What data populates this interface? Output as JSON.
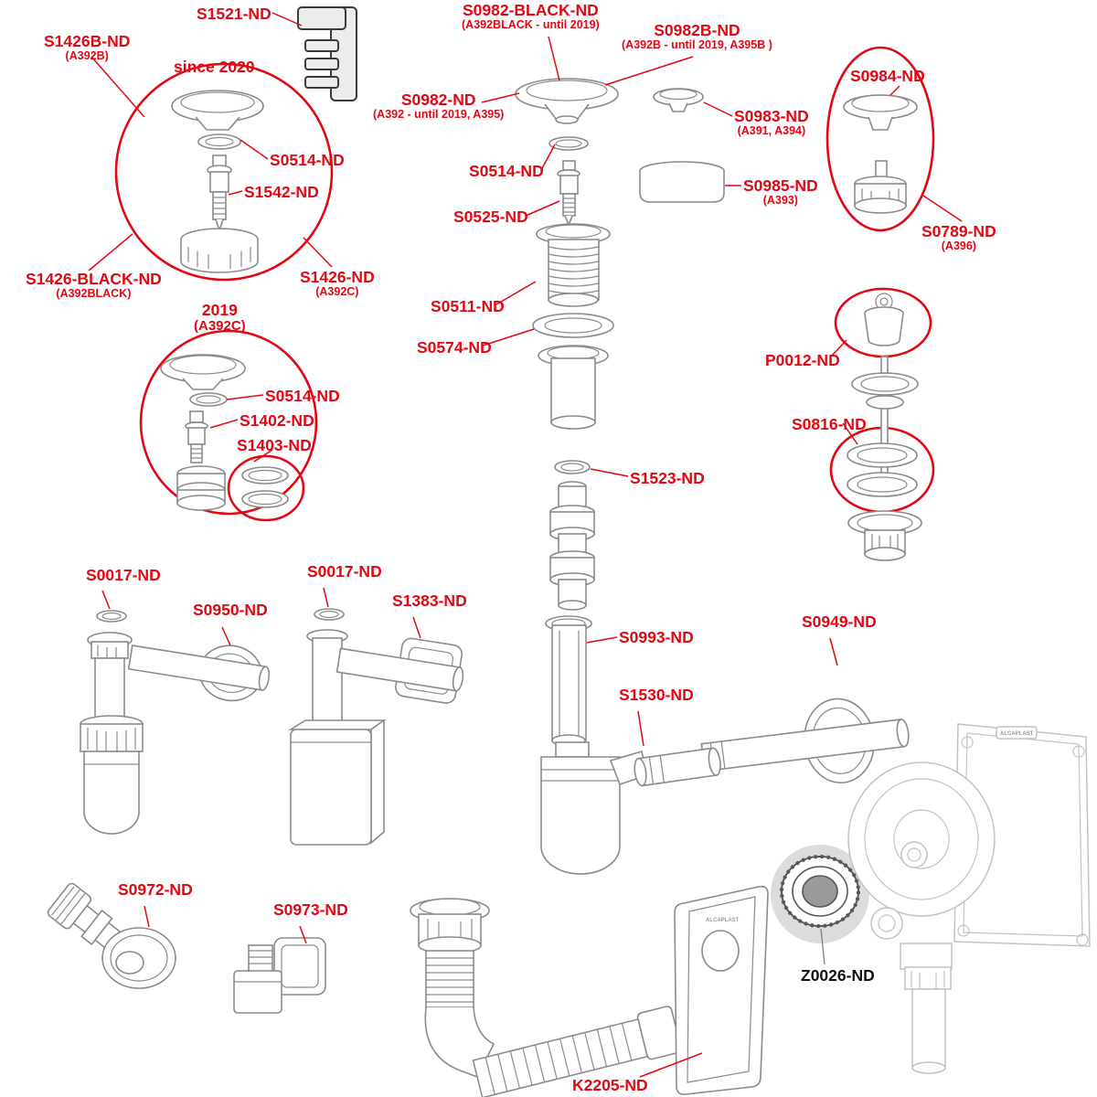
{
  "meta": {
    "description": "Exploded spare-parts diagram of sink pop-up drains, bottle traps and siphon components with part numbers"
  },
  "colors": {
    "label_red": "#e30613",
    "label_black": "#111111",
    "line_gray": "#8a8a8a",
    "light_gray": "#c2c2c2"
  },
  "logo": "ALCAPLAST",
  "labels": {
    "s1521": {
      "text": "S1521-ND"
    },
    "s1426b": {
      "text": "S1426B-ND",
      "sub": "(A392B)"
    },
    "since2020": {
      "text": "since 2020"
    },
    "s0514_a": {
      "text": "S0514-ND"
    },
    "s1542": {
      "text": "S1542-ND"
    },
    "s1426black": {
      "text": "S1426-BLACK-ND",
      "sub": "(A392BLACK)"
    },
    "s1426": {
      "text": "S1426-ND",
      "sub": "(A392C)"
    },
    "y2019": {
      "text": "2019",
      "sub": "(A392C)"
    },
    "s0514_b": {
      "text": "S0514-ND"
    },
    "s1402": {
      "text": "S1402-ND"
    },
    "s1403": {
      "text": "S1403-ND"
    },
    "s0982black": {
      "text": "S0982-BLACK-ND",
      "sub": "(A392BLACK - until 2019)"
    },
    "s0982b": {
      "text": "S0982B-ND",
      "sub": "(A392B - until 2019, A395B )"
    },
    "s0982": {
      "text": "S0982-ND",
      "sub": "(A392 - until 2019, A395)"
    },
    "s0983": {
      "text": "S0983-ND",
      "sub": "(A391, A394)"
    },
    "s0514_c": {
      "text": "S0514-ND"
    },
    "s0525": {
      "text": "S0525-ND"
    },
    "s0985": {
      "text": "S0985-ND",
      "sub": "(A393)"
    },
    "s0984": {
      "text": "S0984-ND"
    },
    "s0789": {
      "text": "S0789-ND",
      "sub": "(A396)"
    },
    "s0511": {
      "text": "S0511-ND"
    },
    "s0574": {
      "text": "S0574-ND"
    },
    "p0012": {
      "text": "P0012-ND"
    },
    "s0816": {
      "text": "S0816-ND"
    },
    "s1523": {
      "text": "S1523-ND"
    },
    "s0017_a": {
      "text": "S0017-ND"
    },
    "s0950": {
      "text": "S0950-ND"
    },
    "s0017_b": {
      "text": "S0017-ND"
    },
    "s1383": {
      "text": "S1383-ND"
    },
    "s0993": {
      "text": "S0993-ND"
    },
    "s1530": {
      "text": "S1530-ND"
    },
    "s0949": {
      "text": "S0949-ND"
    },
    "s0972": {
      "text": "S0972-ND"
    },
    "s0973": {
      "text": "S0973-ND"
    },
    "z0026": {
      "text": "Z0026-ND"
    },
    "k2205": {
      "text": "K2205-ND"
    }
  }
}
